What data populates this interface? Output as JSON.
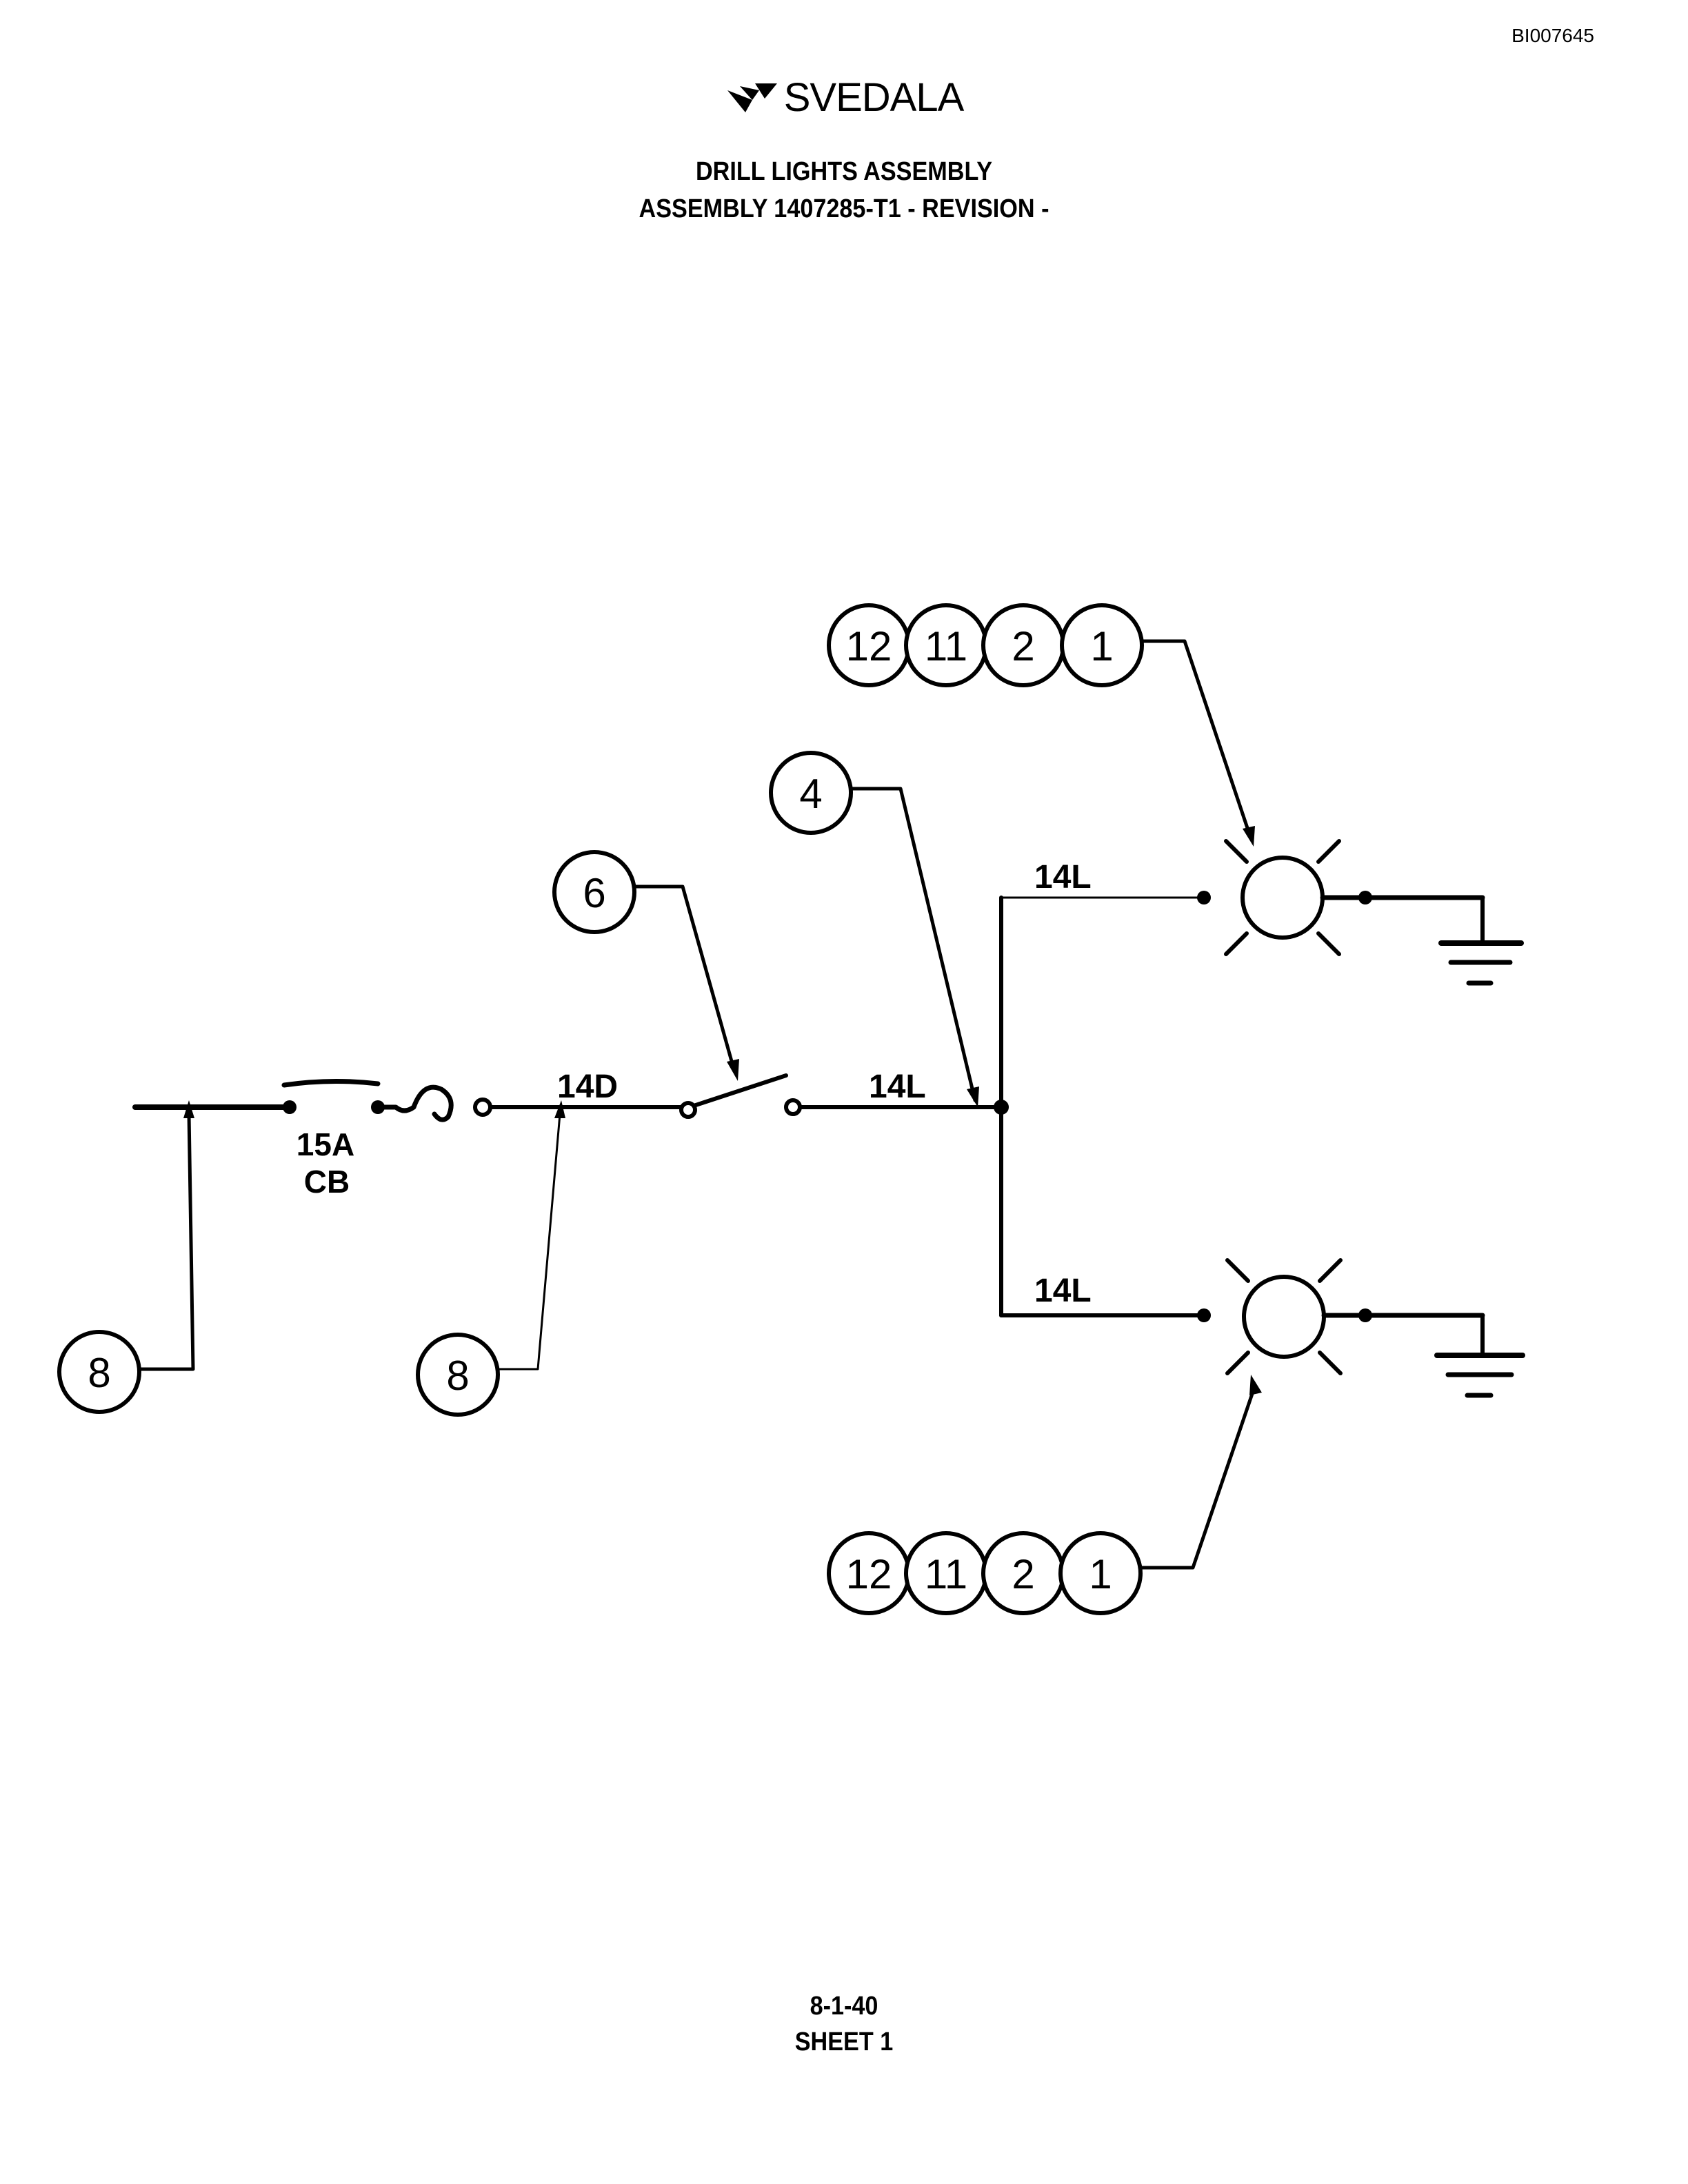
{
  "document": {
    "doc_id": "BI007645",
    "brand": "SVEDALA",
    "title": "DRILL LIGHTS ASSEMBLY",
    "subtitle": "ASSEMBLY 1407285-T1 - REVISION -",
    "page_number": "8-1-40",
    "sheet": "SHEET 1"
  },
  "diagram": {
    "breaker": {
      "rating": "15A",
      "type": "CB"
    },
    "wires": {
      "feed": "14D",
      "main": "14L",
      "upper": "14L",
      "lower": "14L"
    },
    "callouts": {
      "switch": "6",
      "junction": "4",
      "ground_left": "8",
      "ground_right": "8",
      "upper_lamp": [
        "12",
        "11",
        "2",
        "1"
      ],
      "lower_lamp": [
        "12",
        "11",
        "2",
        "1"
      ]
    }
  }
}
